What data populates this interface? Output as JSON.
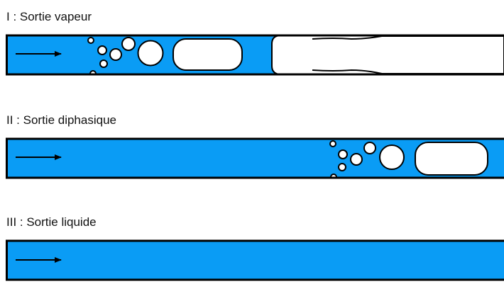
{
  "cases": [
    {
      "label": "I : Sortie vapeur"
    },
    {
      "label": "II : Sortie diphasique"
    },
    {
      "label": "III : Sortie liquide"
    }
  ],
  "colors": {
    "liquid": "#0a9cf5",
    "vapor": "#ffffff",
    "outline": "#000000"
  }
}
